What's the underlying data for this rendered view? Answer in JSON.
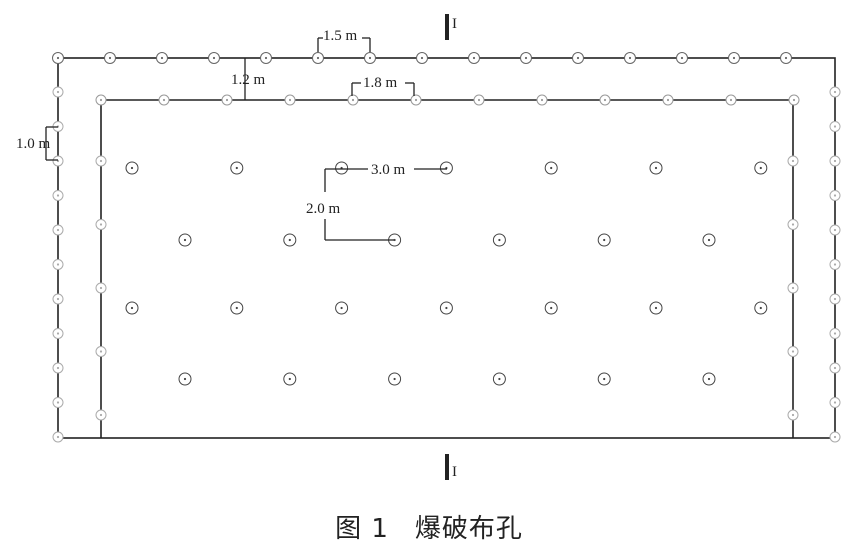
{
  "section_mark": "I",
  "dimensions": {
    "perimeter_spacing": "1.5 m",
    "row_offset": "1.2 m",
    "buffer_spacing": "1.8 m",
    "side_spacing": "1.0 m",
    "main_horizontal": "3.0 m",
    "main_vertical": "2.0 m"
  },
  "caption": {
    "figure_no": "图 1",
    "title": "爆破布孔"
  }
}
